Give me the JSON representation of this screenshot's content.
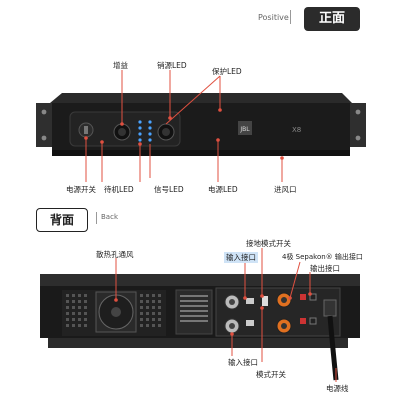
{
  "front": {
    "caption": "Positive",
    "badge": "正面",
    "brand_logo": "JBL",
    "model": "X8",
    "labels": {
      "gain": "增益",
      "limit_led": "销源LED",
      "protect_led": "保护LED",
      "power_switch": "电源开关",
      "standby_led": "待机LED",
      "signal_led": "信号LED",
      "power_led": "电源LED",
      "air_inlet": "进风口"
    }
  },
  "back": {
    "caption": "Back",
    "badge": "背面",
    "labels": {
      "vent": "散热孔通风",
      "ground_switch": "接地模式开关",
      "input_jack_top": "输入接口",
      "speakon_output": "4极 Sepakon® 输出接口",
      "output_jack": "输出接口",
      "input_jack_bottom": "输入接口",
      "mode_switch": "模式开关",
      "power_cord": "电源线"
    }
  },
  "colors": {
    "callout": "#e05040",
    "highlight": "#cfe3f6",
    "chassis": "#1b1b1b"
  }
}
